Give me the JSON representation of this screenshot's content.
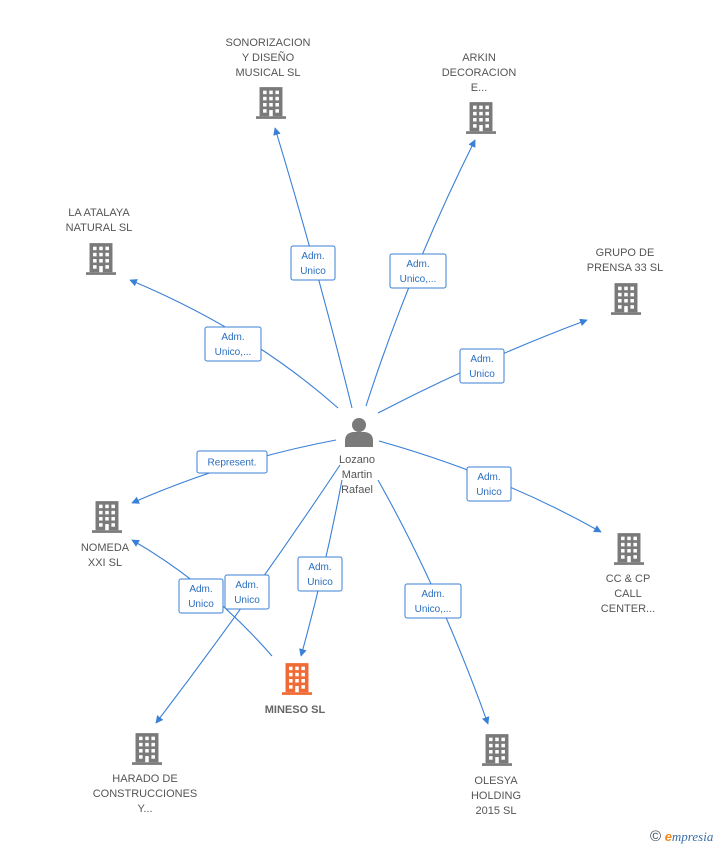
{
  "colors": {
    "edge": "#3a80d6",
    "company": "#7a7a7a",
    "focus_company": "#f06a35",
    "person": "#7a7a7a"
  },
  "center": {
    "icon": "person-icon",
    "label_lines": [
      "Lozano",
      "Martin",
      "Rafael"
    ]
  },
  "nodes": [
    {
      "id": "sonorizacion",
      "label_lines": [
        "SONORIZACION",
        "Y DISEÑO",
        "MUSICAL SL"
      ],
      "icon": "building-icon"
    },
    {
      "id": "arkin",
      "label_lines": [
        "ARKIN",
        "DECORACION",
        "E..."
      ],
      "icon": "building-icon"
    },
    {
      "id": "la-atalaya",
      "label_lines": [
        "LA ATALAYA",
        "NATURAL  SL"
      ],
      "icon": "building-icon"
    },
    {
      "id": "grupo-prensa",
      "label_lines": [
        "GRUPO DE",
        "PRENSA 33 SL"
      ],
      "icon": "building-icon"
    },
    {
      "id": "nomeda",
      "label_lines": [
        "NOMEDA",
        "XXI  SL"
      ],
      "icon": "building-icon"
    },
    {
      "id": "cc-cp",
      "label_lines": [
        "CC & CP",
        "CALL",
        "CENTER..."
      ],
      "icon": "building-icon"
    },
    {
      "id": "mineso",
      "label_lines": [
        "MINESO  SL"
      ],
      "icon": "building-icon",
      "focus": true
    },
    {
      "id": "harado",
      "label_lines": [
        "HARADO DE",
        "CONSTRUCCIONES",
        "Y..."
      ],
      "icon": "building-icon"
    },
    {
      "id": "olesya",
      "label_lines": [
        "OLESYA",
        "HOLDING",
        "2015  SL"
      ],
      "icon": "building-icon"
    }
  ],
  "relations": [
    {
      "id": "r-sonorizacion",
      "label_lines": [
        "Adm.",
        "Unico"
      ]
    },
    {
      "id": "r-arkin",
      "label_lines": [
        "Adm.",
        "Unico,..."
      ]
    },
    {
      "id": "r-la-atalaya",
      "label_lines": [
        "Adm.",
        "Unico,..."
      ]
    },
    {
      "id": "r-grupo-prensa",
      "label_lines": [
        "Adm.",
        "Unico"
      ]
    },
    {
      "id": "r-nomeda-represent",
      "label_lines": [
        "Represent."
      ]
    },
    {
      "id": "r-cc-cp",
      "label_lines": [
        "Adm.",
        "Unico"
      ]
    },
    {
      "id": "r-nomeda-adm",
      "label_lines": [
        "Adm.",
        "Unico"
      ]
    },
    {
      "id": "r-harado",
      "label_lines": [
        "Adm.",
        "Unico"
      ]
    },
    {
      "id": "r-mineso",
      "label_lines": [
        "Adm.",
        "Unico"
      ]
    },
    {
      "id": "r-olesya",
      "label_lines": [
        "Adm.",
        "Unico,..."
      ]
    }
  ],
  "brand": {
    "copyright": "©",
    "initial": "e",
    "rest": "mpresia"
  }
}
